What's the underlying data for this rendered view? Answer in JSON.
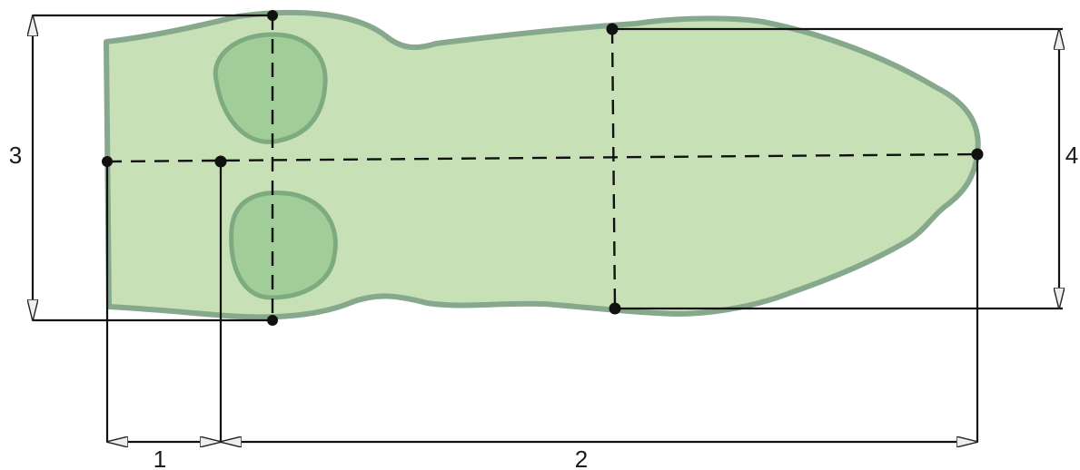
{
  "colors": {
    "body_fill": "#c8e0b6",
    "body_stroke": "#86a88c",
    "spot_fill": "#a0cd98",
    "spot_stroke": "#7eaa80",
    "line": "#111111",
    "arrowhead_fill": "#eeeeee"
  },
  "dimensions": {
    "d1": "1",
    "d2": "2",
    "d3": "3",
    "d4": "4"
  }
}
